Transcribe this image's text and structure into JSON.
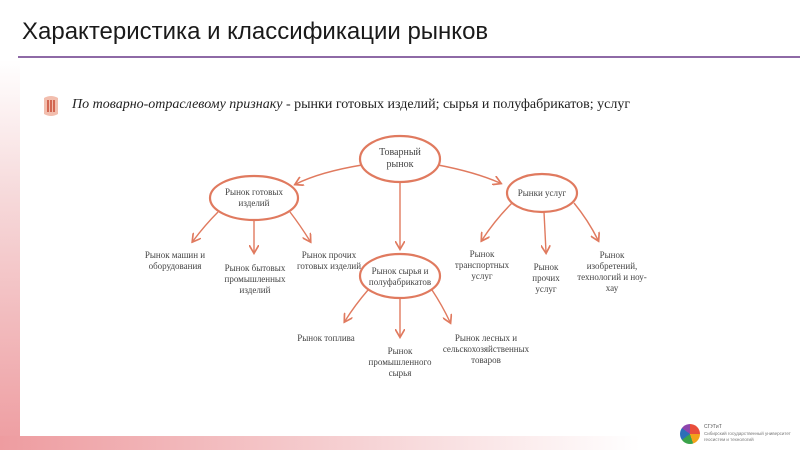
{
  "header": {
    "title": "Характеристика и классификации рынков"
  },
  "intro": {
    "italic": "По товарно-отраслевому признаку",
    "rest": " - рынки готовых изделий; сырья и полуфабрикатов; услуг"
  },
  "diagram": {
    "root": "Товарный рынок",
    "finished_goods": "Рынок готовых изделий",
    "raw_materials": "Рынок сырья и полуфабрикатов",
    "services": "Рынки услуг",
    "leaf_machines": "Рынок машин и оборудования",
    "leaf_household": "Рынок бытовых промышленных изделий",
    "leaf_other_finished": "Рынок прочих готовых изделий",
    "leaf_transport": "Рынок транспортных услуг",
    "leaf_other_services": "Рынок прочих услуг",
    "leaf_inventions": "Рынок изобретений, технологий и ноу-хау",
    "leaf_fuel": "Рынок топлива",
    "leaf_industrial_raw": "Рынок промышленного сырья",
    "leaf_forest_agri": "Рынок лесных и сельскохозяйственных товаров"
  },
  "footer": {
    "logo_name": "СГУГиТ",
    "logo_caption": "Сибирский государственный университет геосистем и технологий"
  },
  "colors": {
    "accent": "#e07a5f",
    "rule": "#8e6aa6"
  }
}
